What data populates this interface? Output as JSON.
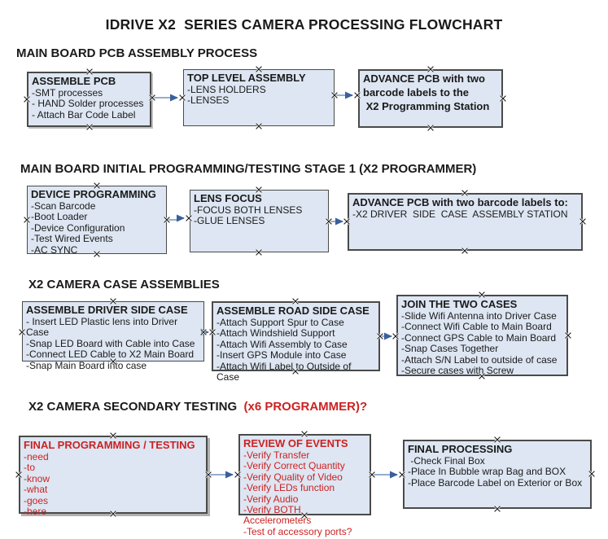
{
  "title": "IDRIVE X2  SERIES CAMERA PROCESSING FLOWCHART",
  "colors": {
    "box_fill": "#dde6f2",
    "box_border": "#4a4a4a",
    "arrow_line": "#94aecd",
    "arrow_head": "#3a5f9d",
    "red_text": "#cc2222",
    "text": "#1a1a1a",
    "background": "#ffffff"
  },
  "sections": [
    {
      "header": "MAIN BOARD PCB ASSEMBLY PROCESS",
      "boxes": [
        {
          "title": "ASSEMBLE PCB",
          "items": [
            "-SMT processes",
            "- HAND Solder processes",
            "- Attach Bar Code Label"
          ]
        },
        {
          "title": "TOP LEVEL ASSEMBLY",
          "items": [
            "-LENS HOLDERS",
            "-LENSES"
          ]
        },
        {
          "title_lines": [
            "ADVANCE PCB with two",
            "barcode labels to the",
            " X2 Programming Station"
          ]
        }
      ]
    },
    {
      "header": "MAIN BOARD INITIAL PROGRAMMING/TESTING STAGE 1 (X2 PROGRAMMER)",
      "boxes": [
        {
          "title": "DEVICE PROGRAMMING",
          "items": [
            "-Scan Barcode",
            "-Boot Loader",
            "-Device Configuration",
            "-Test Wired Events",
            "-AC SYNC"
          ]
        },
        {
          "title": "LENS FOCUS",
          "items": [
            "-FOCUS BOTH LENSES",
            "-GLUE LENSES"
          ]
        },
        {
          "title": "ADVANCE PCB with two barcode labels to:",
          "items": [
            "-X2 DRIVER  SIDE  CASE  ASSEMBLY STATION"
          ]
        }
      ]
    },
    {
      "header": "X2 CAMERA CASE ASSEMBLIES",
      "boxes": [
        {
          "title": "ASSEMBLE DRIVER SIDE CASE",
          "items": [
            "- Insert LED Plastic lens into Driver Case",
            "-Snap LED Board with Cable into Case",
            "-Connect LED Cable to X2 Main Board",
            "-Snap Main Board into case"
          ]
        },
        {
          "title": "ASSEMBLE ROAD SIDE CASE",
          "items": [
            "-Attach Support Spur to Case",
            "-Attach Windshield Support",
            "-Attach Wifi Assembly to Case",
            "-Insert GPS Module into Case",
            "-Attach Wifi Label to Outside of Case"
          ]
        },
        {
          "title": "JOIN THE TWO CASES",
          "items": [
            "-Slide Wifi Antenna into Driver Case",
            "-Connect Wifi Cable to Main Board",
            "-Connect GPS Cable to Main Board",
            "-Snap Cases Together",
            "-Attach S/N Label to outside of case",
            "-Secure cases with Screw"
          ]
        }
      ]
    },
    {
      "header_black": "X2 CAMERA SECONDARY TESTING",
      "header_red": "  (x6 PROGRAMMER)?",
      "boxes": [
        {
          "title": "FINAL PROGRAMMING / TESTING",
          "items": [
            "-need",
            "-to",
            "-know",
            "-what",
            "-goes",
            "-here"
          ]
        },
        {
          "title": "REVIEW OF EVENTS",
          "items": [
            "-Verify Transfer",
            "-Verify Correct Quantity",
            "-Verify Quality of Video",
            "-Verify LEDs function",
            "-Verify Audio",
            "-Verify BOTH Accelerometers",
            "-Test of accessory ports?"
          ]
        },
        {
          "title": "FINAL PROCESSING",
          "items": [
            " -Check Final Box",
            "-Place In Bubble wrap Bag and BOX",
            "-Place Barcode Label on Exterior or Box"
          ]
        }
      ]
    }
  ]
}
